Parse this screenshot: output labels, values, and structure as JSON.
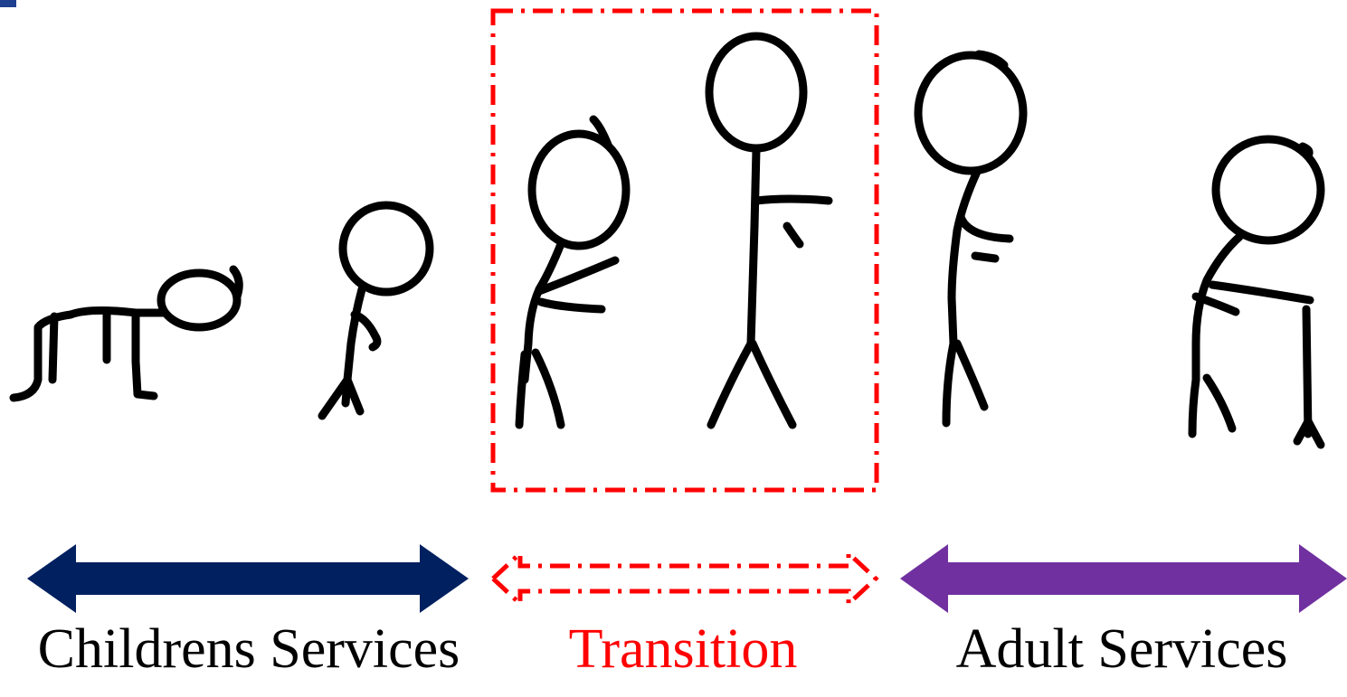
{
  "diagram": {
    "stages": [
      {
        "label": "Childrens Services",
        "color": "#002060"
      },
      {
        "label": "Transition",
        "color": "#ff0000"
      },
      {
        "label": "Adult Services",
        "color": "#7030a0"
      }
    ],
    "figures": [
      {
        "name": "crawling-baby-figure"
      },
      {
        "name": "toddler-figure"
      },
      {
        "name": "teen-figure"
      },
      {
        "name": "young-adult-figure"
      },
      {
        "name": "adult-figure"
      },
      {
        "name": "elderly-figure-with-cane"
      }
    ],
    "colors": {
      "stroke": "#000000",
      "childrens_arrow": "#002060",
      "transition": "#ff0000",
      "adult_arrow": "#7030a0",
      "corner_mark": "#1f3f8f"
    }
  }
}
